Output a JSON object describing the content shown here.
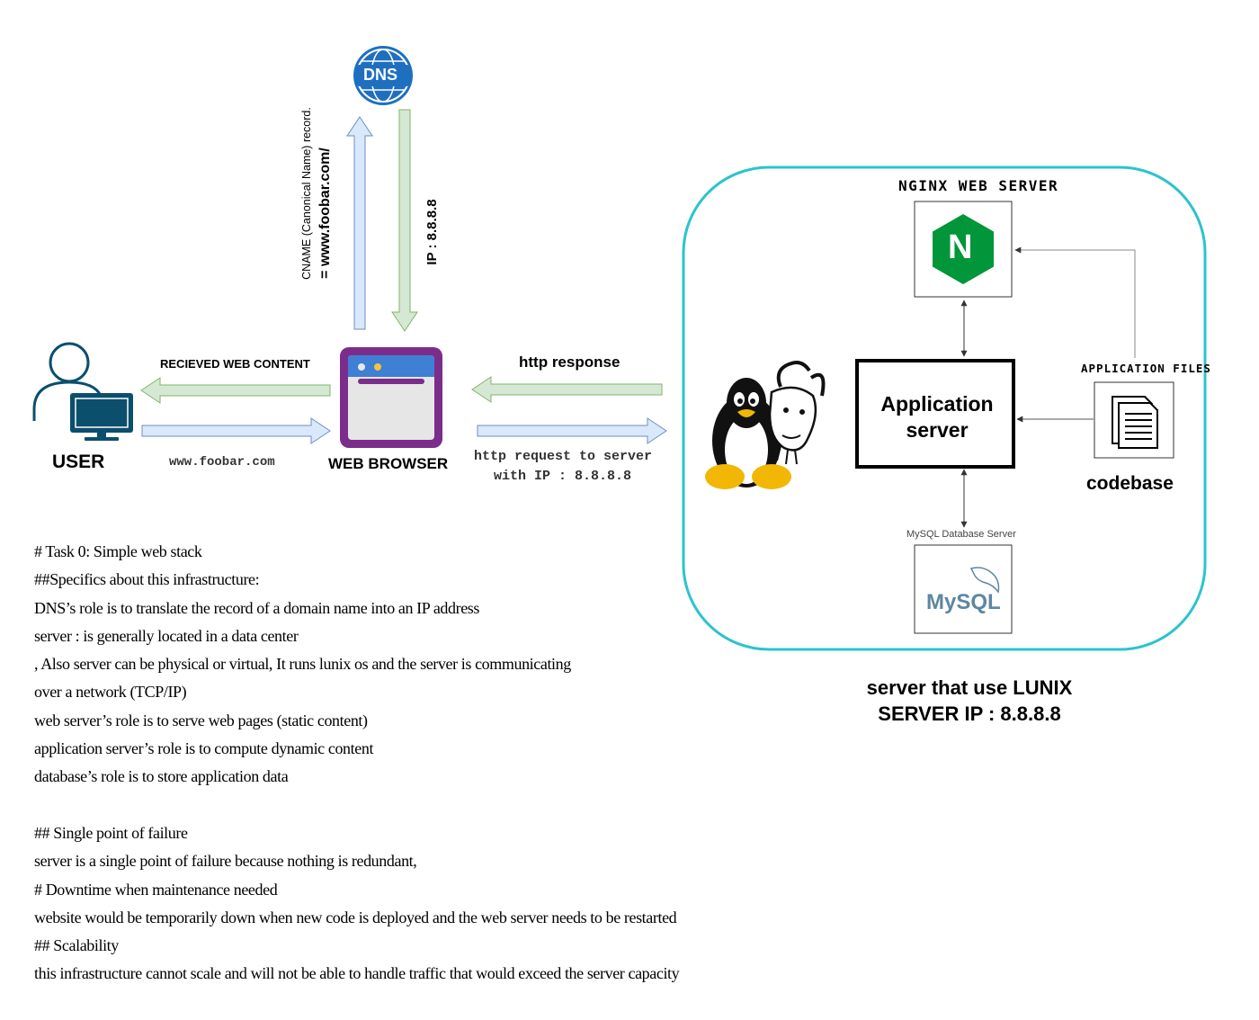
{
  "user": {
    "label": "USER"
  },
  "browser": {
    "label": "WEB BROWSER"
  },
  "dns": {
    "icon_text": "DNS"
  },
  "arrows": {
    "received_content": "RECIEVED WEB CONTENT",
    "user_request": "www.foobar.com",
    "cname_line1": "CNAME (Canonical Name) record.",
    "cname_line2": "=  www.foobar.com/",
    "dns_ip": "IP : 8.8.8.8",
    "http_response": "http response",
    "http_request_line1": "http request to server",
    "http_request_line2": "with IP : 8.8.8.8"
  },
  "server": {
    "nginx_label": "NGINX WEB SERVER",
    "nginx_letter": "N",
    "app_server_line1": "Application",
    "app_server_line2": "server",
    "app_files_label": "APPLICATION FILES",
    "codebase_label": "codebase",
    "mysql_caption": "MySQL Database Server",
    "mysql_logo_text": "MySQL",
    "caption_line1": "server that use LUNIX",
    "caption_line2": "SERVER IP : 8.8.8.8"
  },
  "colors": {
    "teal_border": "#2bc4cc",
    "arrow_blue_fill": "#dae8fc",
    "arrow_blue_stroke": "#6c8ebf",
    "arrow_green_fill": "#d5e8d4",
    "arrow_green_stroke": "#82b366",
    "user_icon": "#0b4f6c",
    "browser_purple": "#7b2d8b",
    "browser_blue": "#3f7fd4",
    "nginx_green": "#009639",
    "dns_blue": "#1f6fc0"
  },
  "notes": [
    "# Task 0:  Simple web stack",
    "##Specifics about this infrastructure:",
    "DNS’s role is to translate the record of a domain name into an IP address",
    "server : is generally located in a data center",
    ", Also server can be physical or virtual, It runs lunix os and the server is communicating",
    " over a network (TCP/IP)",
    "web server’s role is to serve web pages (static content)",
    "application server’s role is to compute dynamic content",
    "database’s role is to store application data",
    "",
    "## Single point of failure",
    "server is a single point of failure because nothing is redundant,",
    "# Downtime when maintenance needed",
    "website would be temporarily down when new code is deployed and the web server needs to be restarted",
    "## Scalability",
    "this infrastructure cannot scale and will not be able to handle traffic that would exceed the server capacity"
  ]
}
